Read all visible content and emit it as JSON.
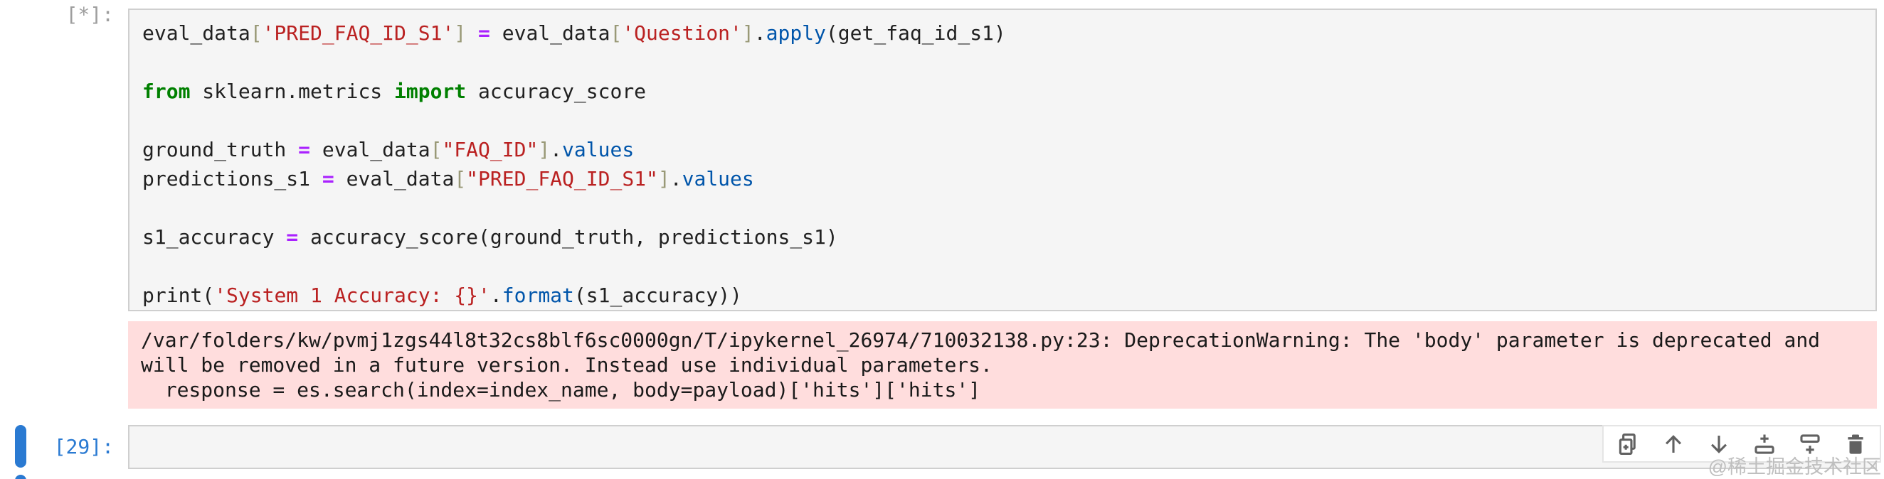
{
  "colors": {
    "accent_blue": "#2a7ad2",
    "editor_background": "#f5f5f5",
    "editor_border": "#cfcfcf",
    "stderr_background": "#ffdddd",
    "keyword_green": "#008000",
    "operator_purple": "#aa22ff",
    "string_red": "#ba2121",
    "property_blue": "#0055aa",
    "bracket_olive": "#999977",
    "icon_gray": "#616161"
  },
  "cells": [
    {
      "type": "code-cell-running",
      "prompt": "[*]:",
      "code_lines": [
        [
          [
            "v",
            "eval_data"
          ],
          [
            "b",
            "["
          ],
          [
            "s",
            "'PRED_FAQ_ID_S1'"
          ],
          [
            "b",
            "]"
          ],
          [
            "t",
            " "
          ],
          [
            "o",
            "="
          ],
          [
            "t",
            " "
          ],
          [
            "v",
            "eval_data"
          ],
          [
            "b",
            "["
          ],
          [
            "s",
            "'Question'"
          ],
          [
            "b",
            "]"
          ],
          [
            "t",
            "."
          ],
          [
            "p",
            "apply"
          ],
          [
            "t",
            "(get_faq_id_s1)"
          ]
        ],
        [],
        [
          [
            "k",
            "from"
          ],
          [
            "t",
            " sklearn.metrics "
          ],
          [
            "k",
            "import"
          ],
          [
            "t",
            " accuracy_score"
          ]
        ],
        [],
        [
          [
            "v",
            "ground_truth"
          ],
          [
            "t",
            " "
          ],
          [
            "o",
            "="
          ],
          [
            "t",
            " "
          ],
          [
            "v",
            "eval_data"
          ],
          [
            "b",
            "["
          ],
          [
            "s",
            "\"FAQ_ID\""
          ],
          [
            "b",
            "]"
          ],
          [
            "t",
            "."
          ],
          [
            "p",
            "values"
          ]
        ],
        [
          [
            "v",
            "predictions_s1"
          ],
          [
            "t",
            " "
          ],
          [
            "o",
            "="
          ],
          [
            "t",
            " "
          ],
          [
            "v",
            "eval_data"
          ],
          [
            "b",
            "["
          ],
          [
            "s",
            "\"PRED_FAQ_ID_S1\""
          ],
          [
            "b",
            "]"
          ],
          [
            "t",
            "."
          ],
          [
            "p",
            "values"
          ]
        ],
        [],
        [
          [
            "v",
            "s1_accuracy"
          ],
          [
            "t",
            " "
          ],
          [
            "o",
            "="
          ],
          [
            "t",
            " "
          ],
          [
            "v",
            "accuracy_score"
          ],
          [
            "t",
            "(ground_truth, predictions_s1)"
          ]
        ],
        [],
        [
          [
            "v",
            "print"
          ],
          [
            "t",
            "("
          ],
          [
            "s",
            "'System 1 Accuracy: {}'"
          ],
          [
            "t",
            "."
          ],
          [
            "p",
            "format"
          ],
          [
            "t",
            "(s1_accuracy))"
          ]
        ]
      ],
      "stderr_lines": [
        "/var/folders/kw/pvmj1zgs44l8t32cs8blf6sc0000gn/T/ipykernel_26974/710032138.py:23: DeprecationWarning: The 'body' parameter is deprecated and",
        "will be removed in a future version. Instead use individual parameters.",
        "  response = es.search(index=index_name, body=payload)['hits']['hits']"
      ]
    },
    {
      "type": "code-cell-empty-selected",
      "prompt": "[29]:",
      "toolbar_icons": [
        "duplicate-cell-icon",
        "move-cell-up-icon",
        "move-cell-down-icon",
        "insert-cell-above-icon",
        "insert-cell-below-icon",
        "delete-cell-icon"
      ]
    }
  ],
  "watermark": "@稀土掘金技术社区"
}
